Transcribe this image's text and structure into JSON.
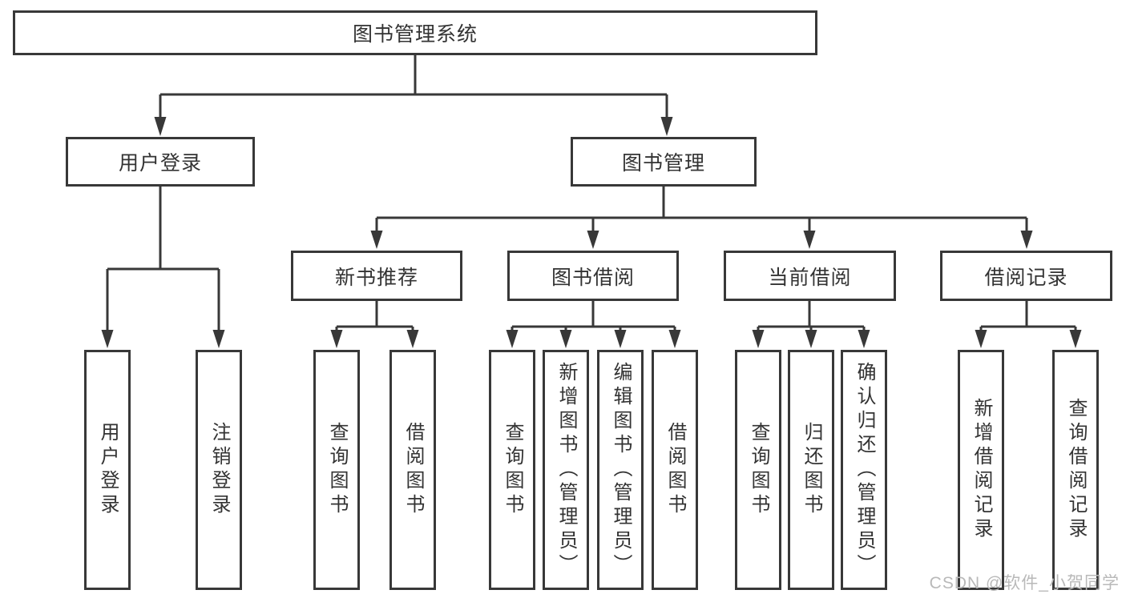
{
  "diagram": {
    "title": "图书管理系统",
    "hierarchy": {
      "label": "图书管理系统",
      "children": [
        {
          "label": "用户登录",
          "children": [
            {
              "label": "用户登录"
            },
            {
              "label": "注销登录"
            }
          ]
        },
        {
          "label": "图书管理",
          "children": [
            {
              "label": "新书推荐",
              "children": [
                {
                  "label": "查询图书"
                },
                {
                  "label": "借阅图书"
                }
              ]
            },
            {
              "label": "图书借阅",
              "children": [
                {
                  "label": "查询图书"
                },
                {
                  "label": "新增图书（管理员）"
                },
                {
                  "label": "编辑图书（管理员）"
                },
                {
                  "label": "借阅图书"
                }
              ]
            },
            {
              "label": "当前借阅",
              "children": [
                {
                  "label": "查询图书"
                },
                {
                  "label": "归还图书"
                },
                {
                  "label": "确认归还（管理员）"
                }
              ]
            },
            {
              "label": "借阅记录",
              "children": [
                {
                  "label": "新增借阅记录"
                },
                {
                  "label": "查询借阅记录"
                }
              ]
            }
          ]
        }
      ]
    },
    "colors": {
      "line": "#383838",
      "box_border": "#383838",
      "box_background": "#ffffff",
      "text": "#333333",
      "watermark": "#b9b9b9",
      "page_background": "#ffffff"
    }
  },
  "watermark": {
    "text": "CSDN @软件_小贺同学"
  }
}
